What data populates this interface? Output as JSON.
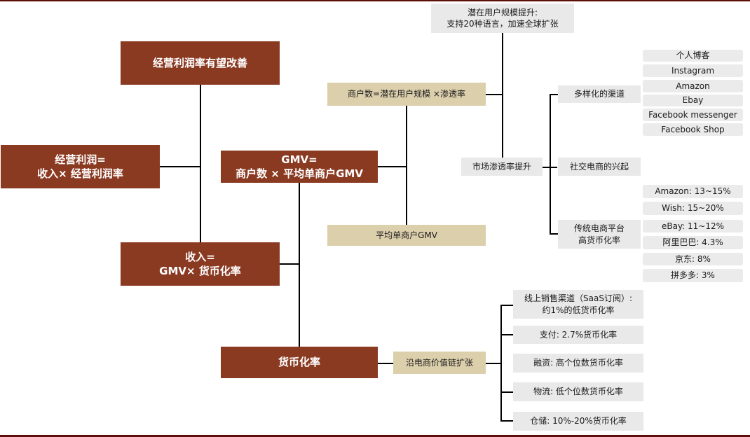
{
  "title_rules": {
    "color": "#5a0f0a"
  },
  "colors": {
    "dark_box": "#8b3a22",
    "tan_box": "#dccfac",
    "grey_box": "#e9e9e9"
  },
  "nodes": {
    "root": "经营利润率有望改善",
    "operating_profit": "经营利润=\n收入× 经营利润率",
    "revenue": "收入=\nGMV× 货币化率",
    "gmv": "GMV=\n商户数 × 平均单商户GMV",
    "monetization": "货币化率",
    "merchants": "商户数=潜在用户规模 ×渗透率",
    "avg_gmv": "平均单商户GMV",
    "potential_users": "潜在用户规模提升:\n支持20种语言，加速全球扩张",
    "penetration": "市场渗透率提升",
    "channels": "多样化的渠道",
    "social": "社交电商的兴起",
    "traditional": "传统电商平台\n高货币化率",
    "value_chain": "沿电商价值链扩张"
  },
  "channel_list": [
    "个人博客",
    "Instagram",
    "Amazon",
    "Ebay",
    "Facebook messenger",
    "Facebook Shop"
  ],
  "platform_rates": [
    "Amazon:  13~15%",
    "Wish:  15~20%",
    "eBay:  11~12%",
    "阿里巴巴:  4.3%",
    "京东:  8%",
    "拼多多:  3%"
  ],
  "value_chain_items": [
    "线上销售渠道（SaaS订阅）:\n约1%的低货币化率",
    "支付:  2.7%货币化率",
    "融资:  高个位数货币化率",
    "物流:  低个位数货币化率",
    "仓储:  10%-20%货币化率"
  ]
}
